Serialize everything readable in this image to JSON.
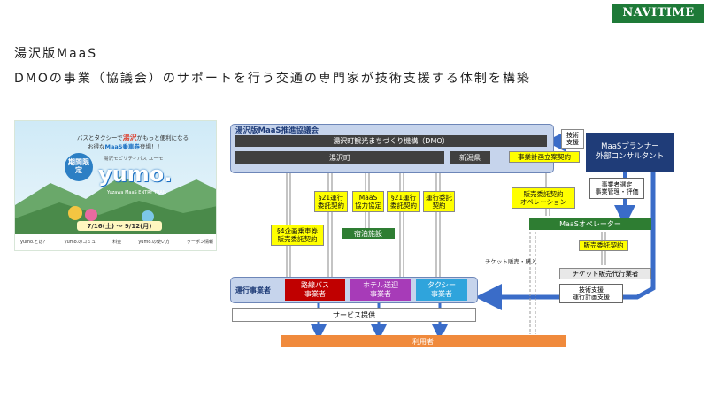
{
  "header": {
    "logo": "NAVITIME",
    "title": "湯沢版MaaS",
    "subtitle": "DMOの事業（協議会）のサポートを行う交通の専門家が技術支援する体制を構築"
  },
  "poster": {
    "tagline1": "バスとタクシーで",
    "tagline_highlight": "湯沢",
    "tagline2": "がもっと便利になる",
    "tagline3": "お得な",
    "tagline3_highlight": "MaaS乗車券",
    "tagline3_end": "登場！！",
    "badge": "期間限定",
    "brand_small": "湯沢モビリティパス ユーモ",
    "brand": "yumo.",
    "brand_sub": "Yuzawa MaaS ENTRY TRAIL",
    "dates": "7/16(土) 〜 9/12(月)",
    "footer_items": [
      "yumo.とは？",
      "yumo.のコミュ",
      "料金",
      "yumo.の使い方",
      "クーポン情報"
    ]
  },
  "diagram": {
    "council_title": "湯沢版MaaS推進協議会",
    "dmo": "湯沢町観光まちづくり機構（DMO）",
    "town": "湯沢町",
    "prefecture": "新潟県",
    "tech_support": "技術\n支援",
    "planner": "MaaSプランナー\n外部コンサルタント",
    "plan_submit": "事業計画立案契約",
    "op_select": "事業者選定\n事業管理・評価",
    "contracts": {
      "sec4": "§4企画乗車券\n販売委託契約",
      "sec21a": "§21運行\n委託契約",
      "maas_agree": "MaaS\n協力協定",
      "sec21b": "§21運行\n委託契約",
      "op_contract": "運行委託\n契約",
      "sales_contract": "販売委託契約\nオペレーション",
      "sales_contract2": "販売委託契約"
    },
    "lodging": "宿泊施設",
    "maas_operator": "MaaSオペレーター",
    "ticket_sales": "チケット販売・購入",
    "ticket_agent": "チケット販売代行業者",
    "tech_ops_support": "技術支援\n運行計画支援",
    "operators_label": "運行事業者",
    "bus": "路線バス\n事業者",
    "hotel": "ホテル送迎\n事業者",
    "taxi": "タクシー\n事業者",
    "service": "サービス提供",
    "users": "利用者"
  }
}
